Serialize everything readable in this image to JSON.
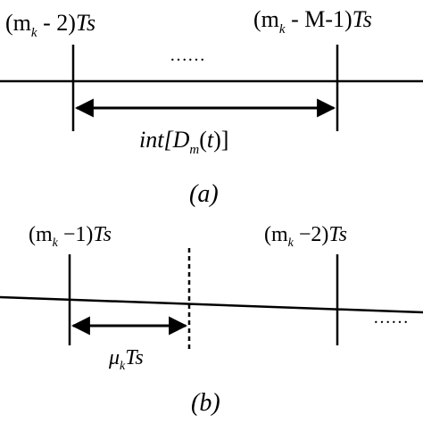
{
  "diagram_a": {
    "left_tick": {
      "open": "(m",
      "sub": "k",
      "close": " - 2)",
      "ts": "Ts"
    },
    "right_tick": {
      "open": "(m",
      "sub": "k",
      "close": " - M-1)",
      "ts": "Ts"
    },
    "dots": "……",
    "interval": {
      "pre": "int[",
      "d": "D",
      "sub": "m",
      "post": "(",
      "t": "t",
      "end": ")]"
    },
    "caption": "(a)"
  },
  "diagram_b": {
    "left_tick": {
      "open": "(m",
      "sub": "k",
      "close": " −1)",
      "ts": "Ts"
    },
    "right_tick": {
      "open": "(m",
      "sub": "k",
      "close": " −2)",
      "ts": "Ts"
    },
    "fraction": {
      "mu": "μ",
      "sub": "k",
      "ts": "Ts"
    },
    "dots": "……",
    "caption": "(b)"
  }
}
